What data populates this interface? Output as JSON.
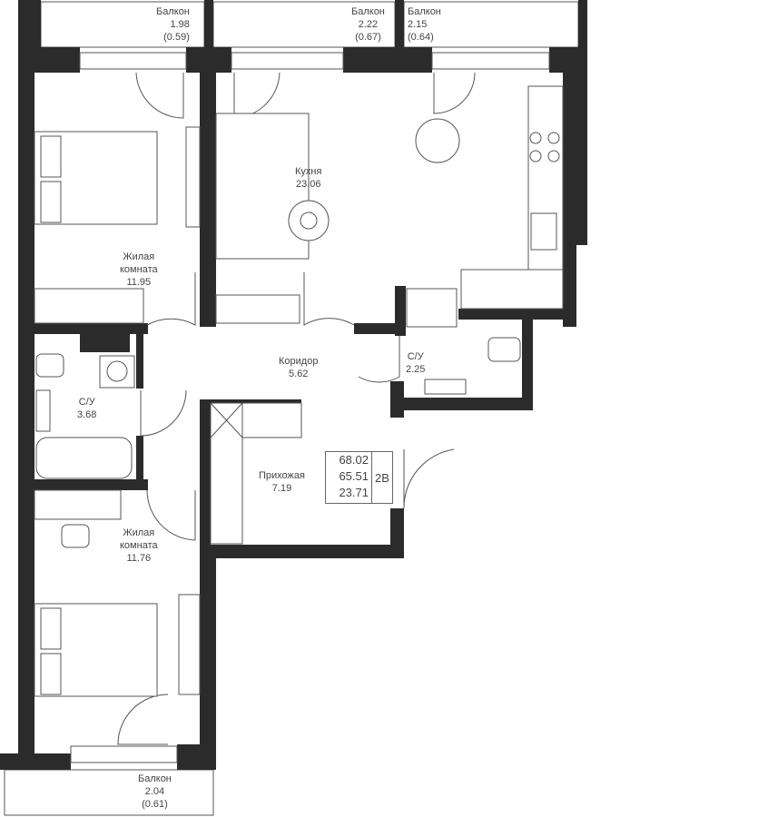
{
  "rooms": {
    "balcony1": {
      "name": "Балкон",
      "area": "1.98",
      "sub": "(0.59)"
    },
    "balcony2": {
      "name": "Балкон",
      "area": "2.22",
      "sub": "(0.67)"
    },
    "balcony3": {
      "name": "Балкон",
      "area": "2.15",
      "sub": "(0.64)"
    },
    "balcony4": {
      "name": "Балкон",
      "area": "2.04",
      "sub": "(0.61)"
    },
    "kitchen": {
      "name": "Кухня",
      "area": "23.06"
    },
    "bedroom1": {
      "name1": "Жилая",
      "name2": "комната",
      "area": "11.95"
    },
    "bedroom2": {
      "name1": "Жилая",
      "name2": "комната",
      "area": "11.76"
    },
    "corridor": {
      "name": "Коридор",
      "area": "5.62"
    },
    "bath_small": {
      "name": "С/У",
      "area": "2.25"
    },
    "bath_large": {
      "name": "С/У",
      "area": "3.68"
    },
    "hallway": {
      "name": "Прихожая",
      "area": "7.19"
    }
  },
  "summary": {
    "total": "68.02",
    "living_total": "65.51",
    "living": "23.71",
    "type": "2В"
  }
}
